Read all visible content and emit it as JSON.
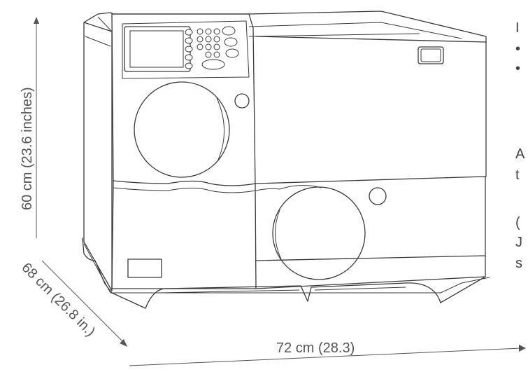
{
  "dimensions": {
    "height": "60 cm (23.6 inches)",
    "depth": "68 cm (26.8 in.)",
    "width": "72 cm (28.3)"
  },
  "side_text": {
    "line1": "I",
    "line2": "•",
    "line3": "•",
    "line4": "A",
    "line5": "t",
    "line6": "(",
    "line7": "J",
    "line8": "s"
  }
}
